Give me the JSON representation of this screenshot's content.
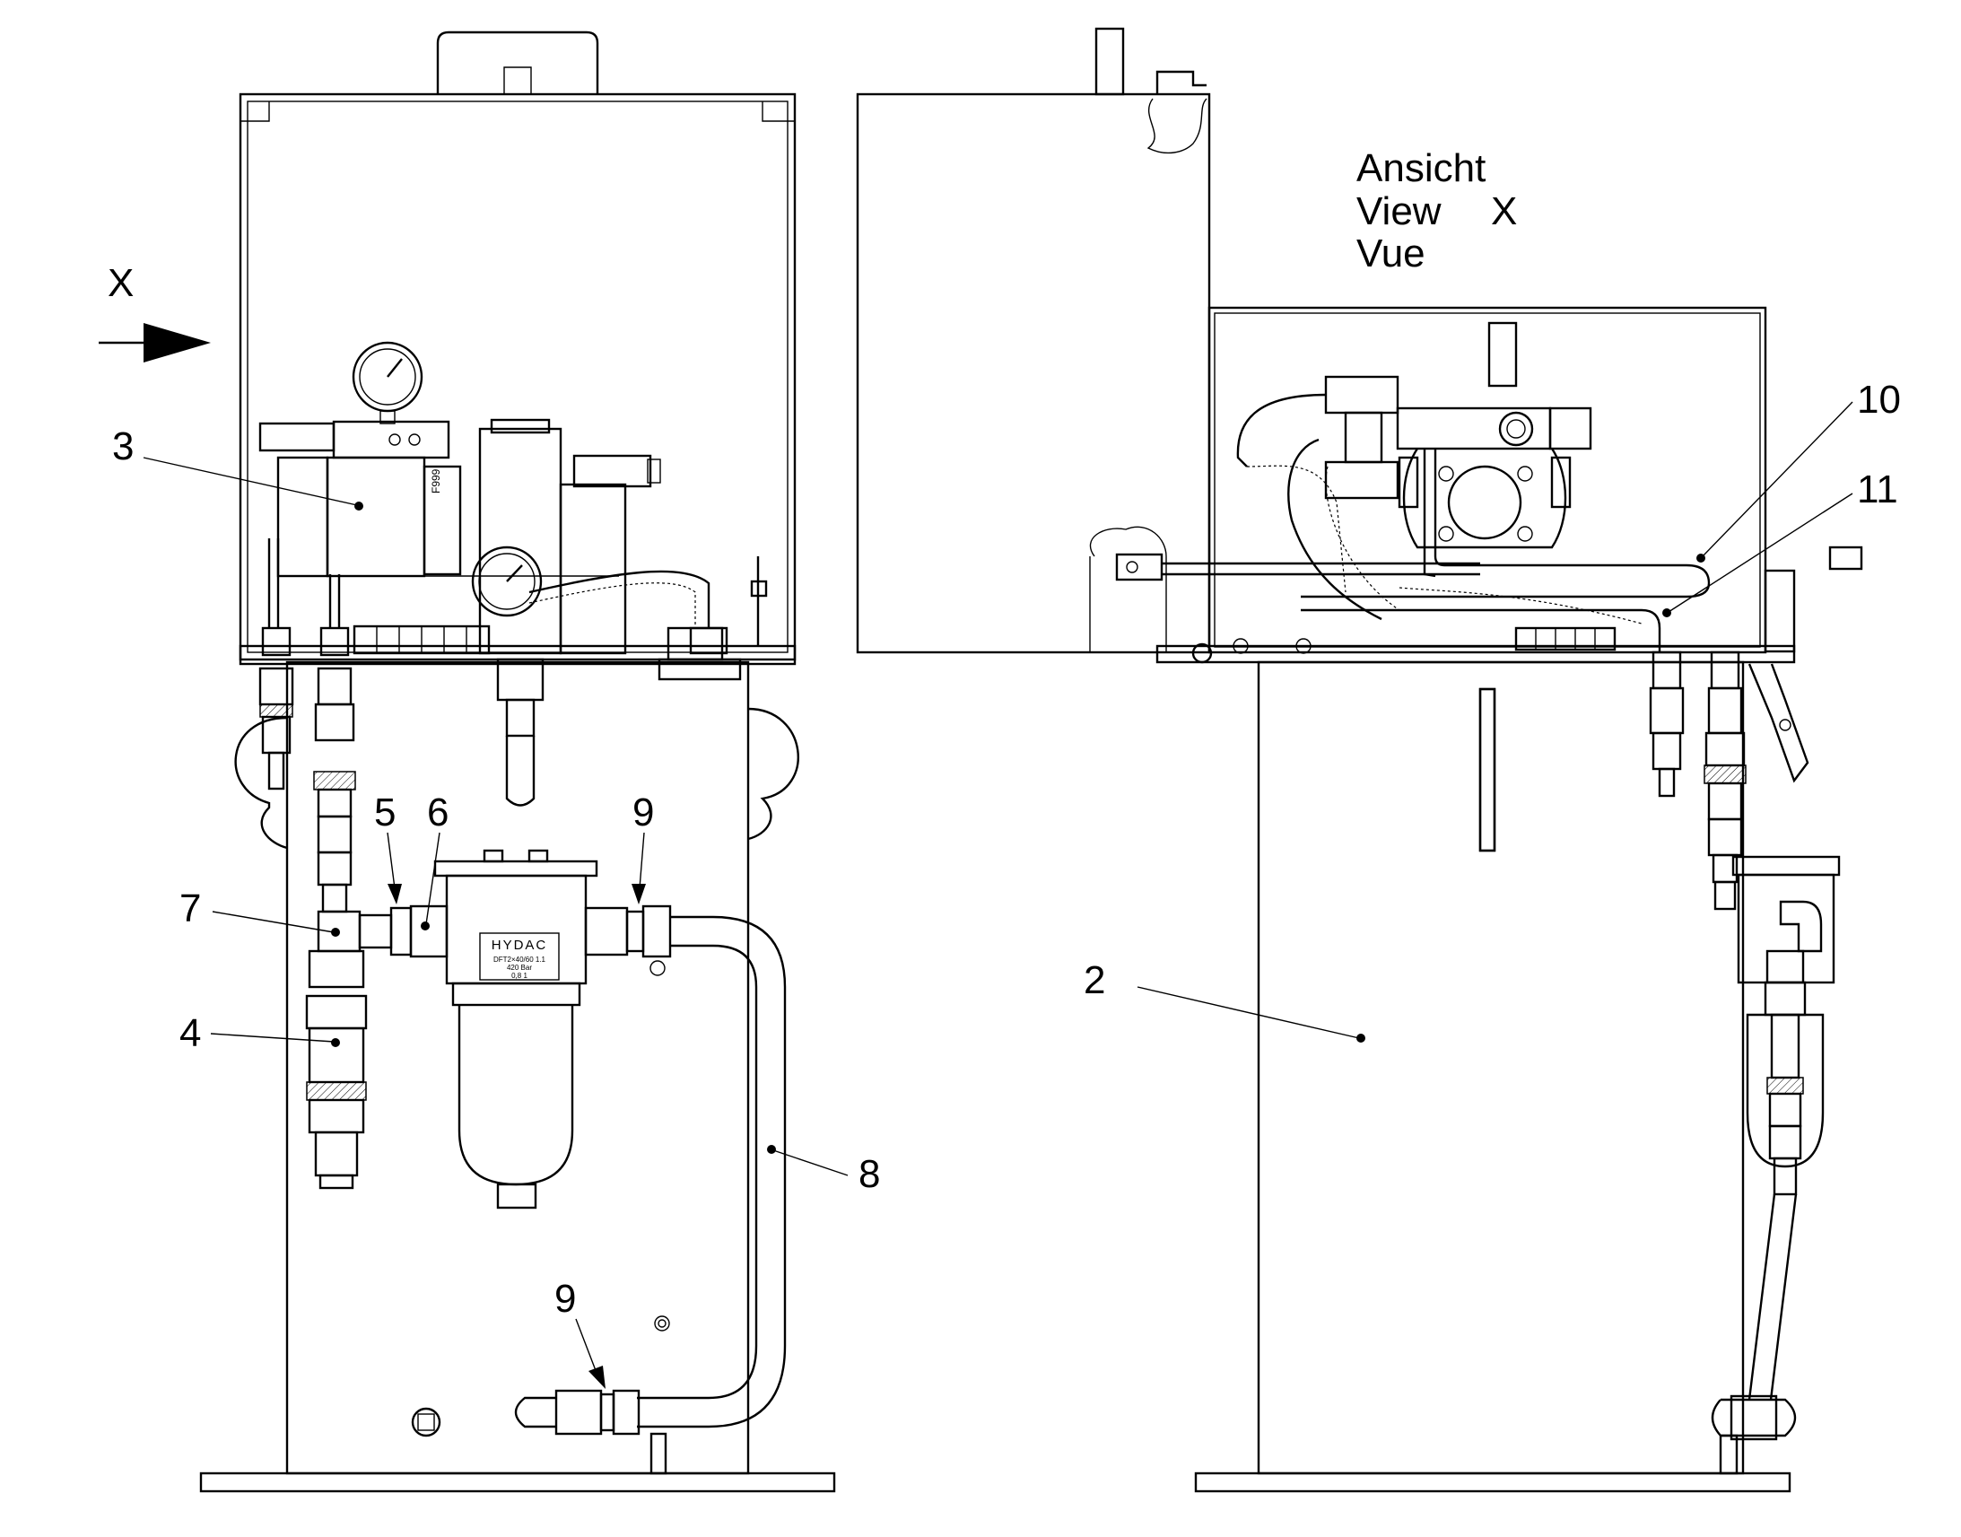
{
  "view_title": {
    "line1": "Ansicht",
    "line2": "View",
    "line3": "Vue",
    "view_letter": "X"
  },
  "view_arrow_label": "X",
  "filter": {
    "brand": "HYDAC",
    "spec1": "DFT2×40/60 1.1",
    "spec2": "420 Bar",
    "spec3": "0,8 1"
  },
  "gauge_tag": "F999",
  "parts": [
    {
      "id": "p2",
      "label": "2"
    },
    {
      "id": "p3",
      "label": "3"
    },
    {
      "id": "p4",
      "label": "4"
    },
    {
      "id": "p5",
      "label": "5"
    },
    {
      "id": "p6",
      "label": "6"
    },
    {
      "id": "p7",
      "label": "7"
    },
    {
      "id": "p8",
      "label": "8"
    },
    {
      "id": "p9a",
      "label": "9"
    },
    {
      "id": "p9b",
      "label": "9"
    },
    {
      "id": "p10",
      "label": "10"
    },
    {
      "id": "p11",
      "label": "11"
    }
  ]
}
